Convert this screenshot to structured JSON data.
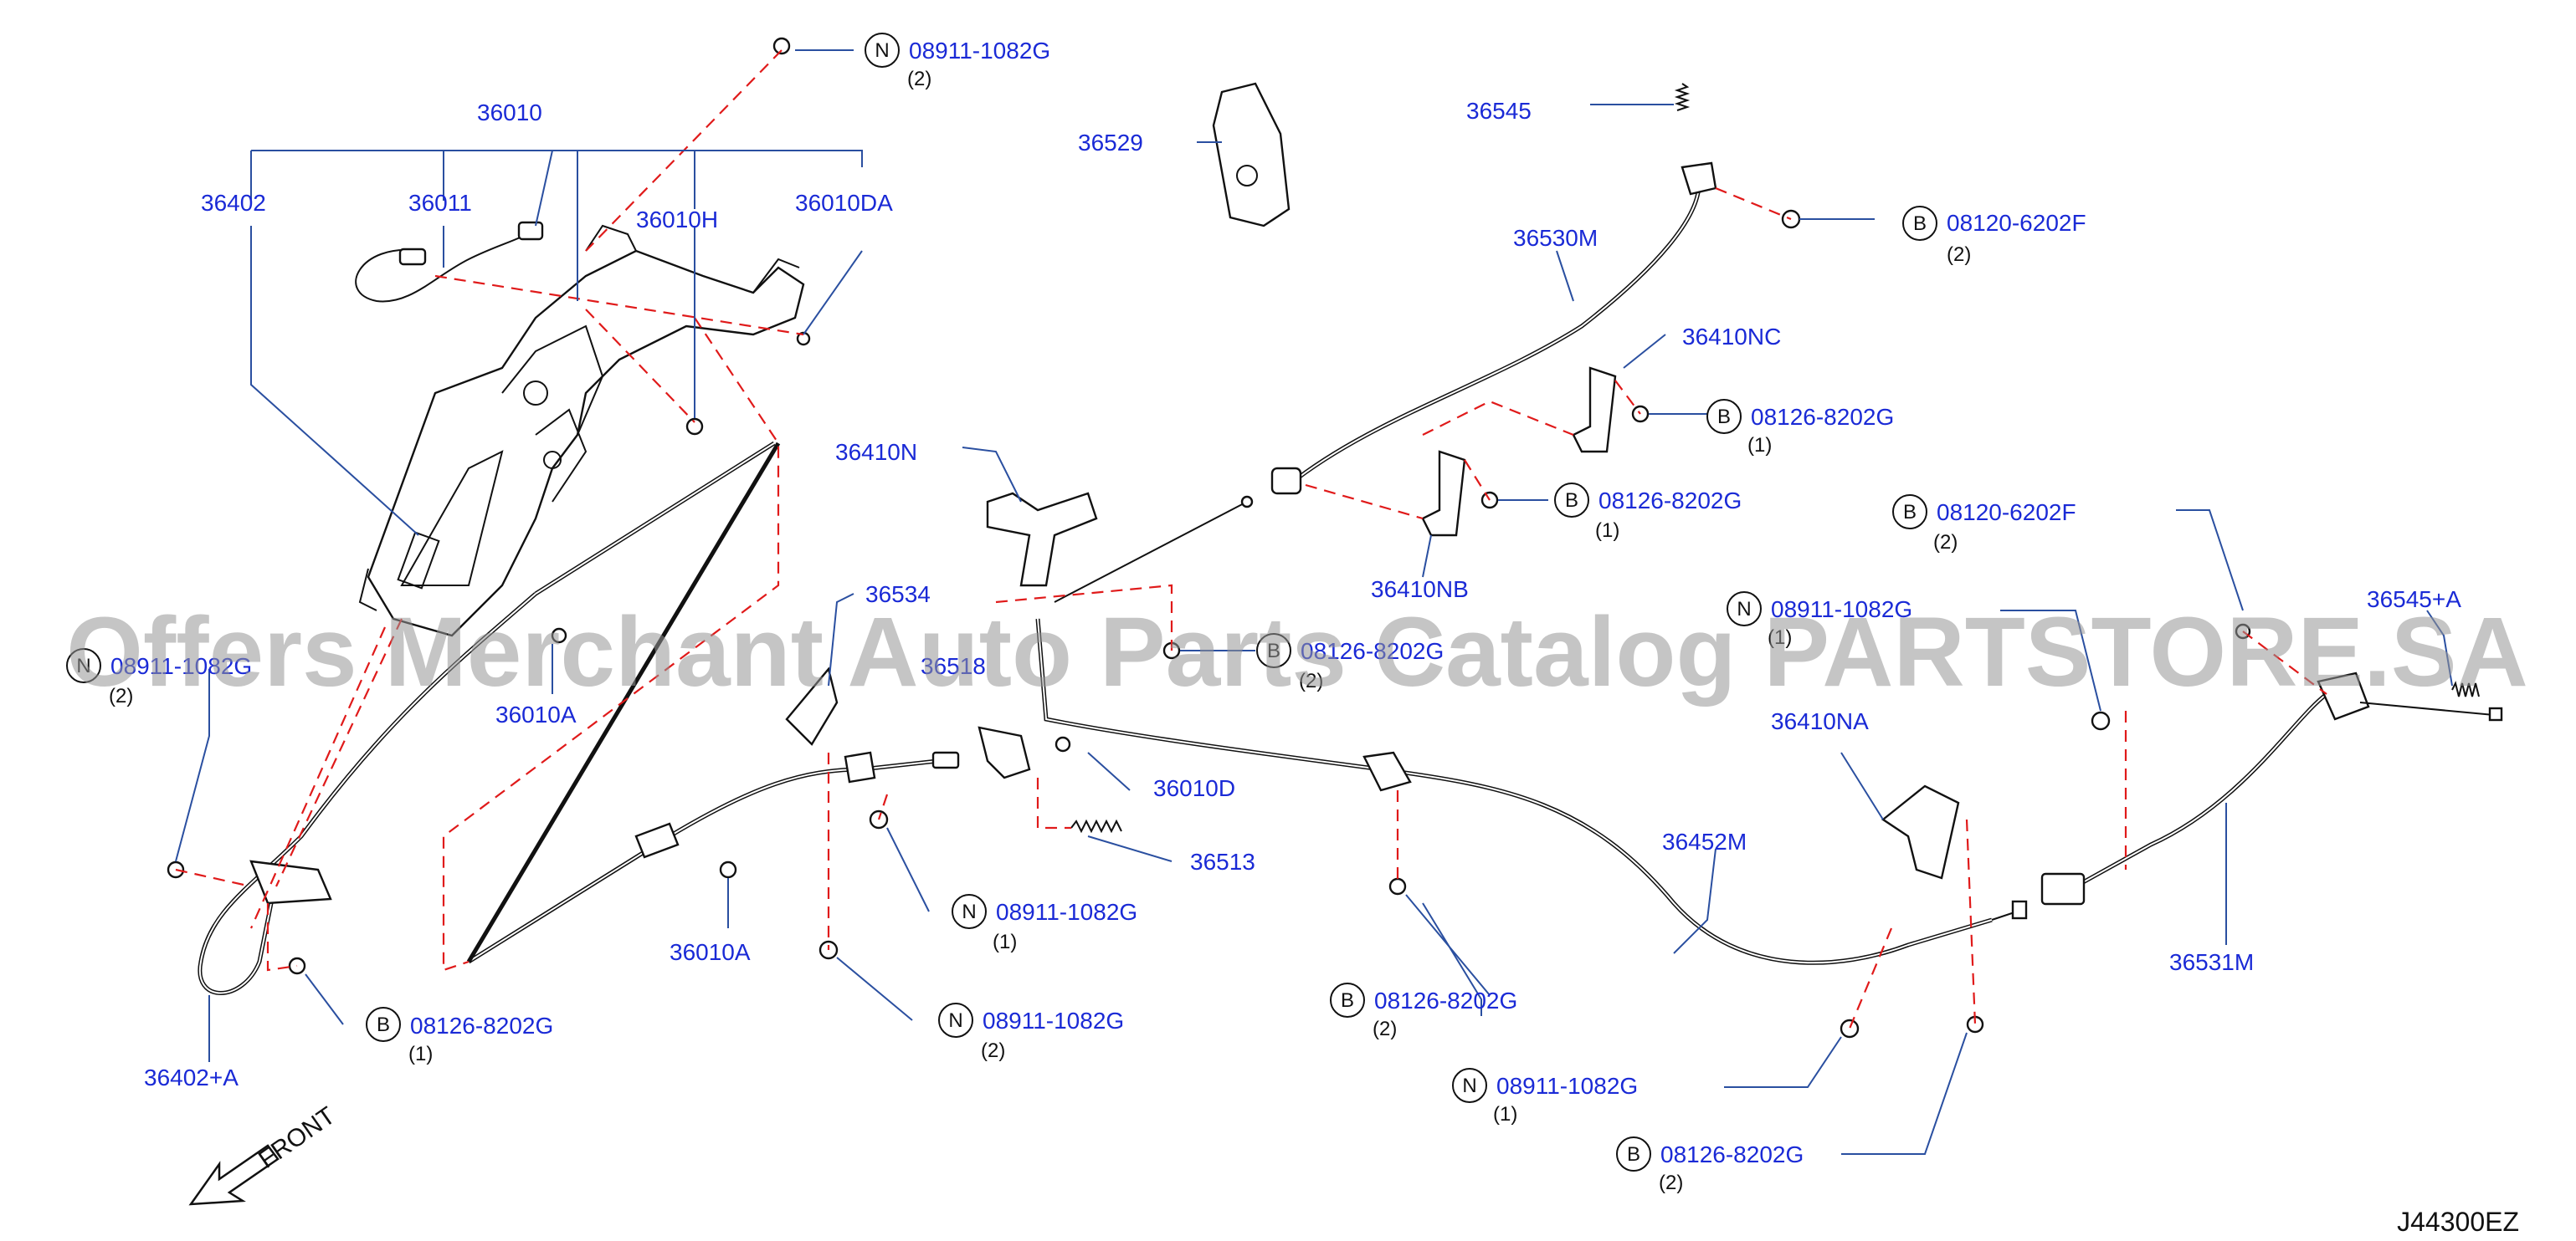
{
  "diagram_code": "J44300EZ",
  "watermark": "Offers Merchant Auto Parts Catalog PARTSTORE.SA",
  "front_label": "FRONT",
  "symbols": {
    "nut": "N",
    "bolt": "B"
  },
  "labels": {
    "p36010": "36010",
    "p36402": "36402",
    "p36011": "36011",
    "p36010H": "36010H",
    "p36010DA": "36010DA",
    "p36529": "36529",
    "p36545": "36545",
    "p36530M": "36530M",
    "p36410NC": "36410NC",
    "p36410N": "36410N",
    "p36410NB": "36410NB",
    "p36534": "36534",
    "p36518": "36518",
    "p36010A_1": "36010A",
    "p36010D": "36010D",
    "p36513": "36513",
    "p36010A_2": "36010A",
    "p36545A": "36545+A",
    "p36410NA": "36410NA",
    "p36452M": "36452M",
    "p36531M": "36531M",
    "p36402A": "36402+A"
  },
  "fasteners": {
    "f1": {
      "symbol": "N",
      "part": "08911-1082G",
      "qty": "(2)"
    },
    "f2": {
      "symbol": "B",
      "part": "08120-6202F",
      "qty": "(2)"
    },
    "f3": {
      "symbol": "B",
      "part": "08126-8202G",
      "qty": "(1)"
    },
    "f4": {
      "symbol": "B",
      "part": "08126-8202G",
      "qty": "(1)"
    },
    "f5": {
      "symbol": "B",
      "part": "08120-6202F",
      "qty": "(2)"
    },
    "f6": {
      "symbol": "N",
      "part": "08911-1082G",
      "qty": "(1)"
    },
    "f7": {
      "symbol": "B",
      "part": "08126-8202G",
      "qty": "(2)"
    },
    "f8": {
      "symbol": "N",
      "part": "08911-1082G",
      "qty": "(2)"
    },
    "f9": {
      "symbol": "N",
      "part": "08911-1082G",
      "qty": "(1)"
    },
    "f10": {
      "symbol": "N",
      "part": "08911-1082G",
      "qty": "(2)"
    },
    "f11": {
      "symbol": "B",
      "part": "08126-8202G",
      "qty": "(1)"
    },
    "f12": {
      "symbol": "B",
      "part": "08126-8202G",
      "qty": "(2)"
    },
    "f13": {
      "symbol": "N",
      "part": "08911-1082G",
      "qty": "(1)"
    },
    "f14": {
      "symbol": "B",
      "part": "08126-8202G",
      "qty": "(2)"
    }
  }
}
